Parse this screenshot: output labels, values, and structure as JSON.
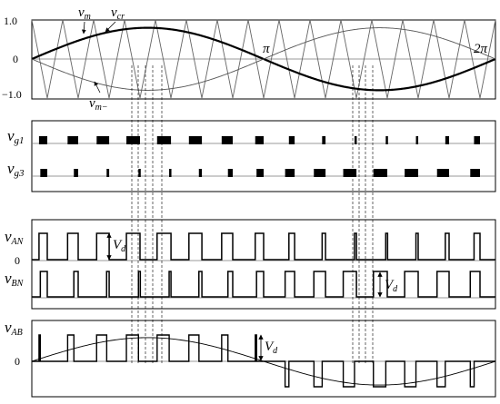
{
  "carrier": {
    "y_ticks": [
      "1.0",
      "0",
      "−1.0"
    ],
    "label_vm": "v",
    "label_vm_sub": "m",
    "label_vcr": "v",
    "label_vcr_sub": "cr",
    "label_vmneg": "v",
    "label_vmneg_sub": "m−",
    "label_pi": "π",
    "label_2pi": "2π",
    "modulation_index": 0.8,
    "carrier_periods": 15
  },
  "gates": {
    "label_g1": "v",
    "label_g1_sub": "g1",
    "label_g3": "v",
    "label_g3_sub": "g3"
  },
  "phase": {
    "label_an": "v",
    "label_an_sub": "AN",
    "label_bn": "v",
    "label_bn_sub": "BN",
    "label_vd": "V",
    "label_vd_sub": "d",
    "zero": "0"
  },
  "line": {
    "label_ab": "v",
    "label_ab_sub": "AB",
    "label_vd": "V",
    "label_vd_sub": "d",
    "zero": "0"
  }
}
